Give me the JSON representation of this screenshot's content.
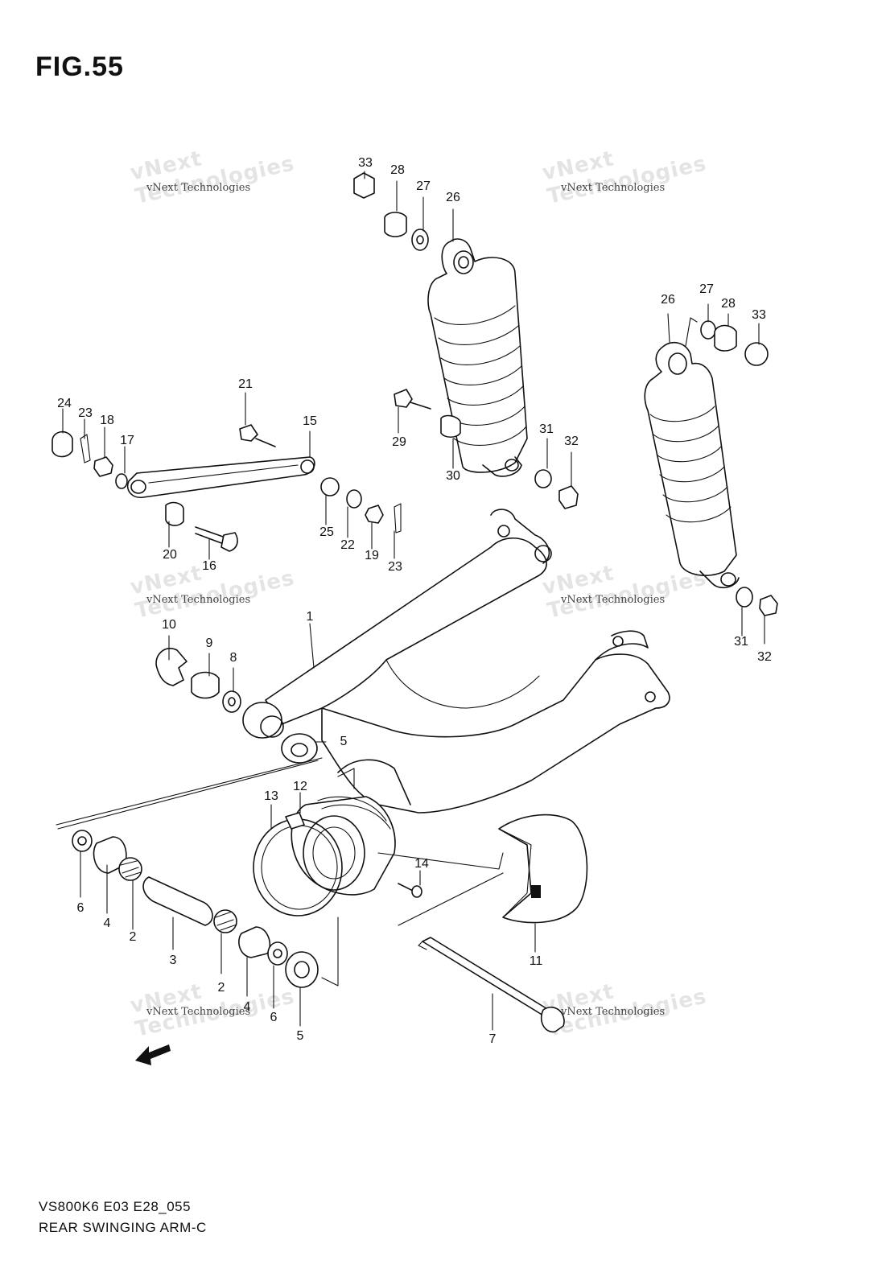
{
  "figure": {
    "title": "FIG.55"
  },
  "footer": {
    "code": "VS800K6 E03 E28_055",
    "name": "REAR SWINGING ARM-C"
  },
  "watermark": {
    "small": "vNext Technologies",
    "large": "vNext\nTechnologies"
  },
  "callouts": {
    "c1": "1",
    "c2a": "2",
    "c2b": "2",
    "c3": "3",
    "c4a": "4",
    "c4b": "4",
    "c5a": "5",
    "c5b": "5",
    "c6a": "6",
    "c6b": "6",
    "c7": "7",
    "c8": "8",
    "c9": "9",
    "c10": "10",
    "c11": "11",
    "c12": "12",
    "c13": "13",
    "c14": "14",
    "c15": "15",
    "c16": "16",
    "c17": "17",
    "c18": "18",
    "c19": "19",
    "c20": "20",
    "c21": "21",
    "c22": "22",
    "c23a": "23",
    "c23b": "23",
    "c24": "24",
    "c25": "25",
    "c26a": "26",
    "c26b": "26",
    "c27a": "27",
    "c27b": "27",
    "c28a": "28",
    "c28b": "28",
    "c29": "29",
    "c30": "30",
    "c31a": "31",
    "c31b": "31",
    "c32a": "32",
    "c32b": "32",
    "c33a": "33",
    "c33b": "33"
  },
  "icons": {
    "front_arrow": "front-direction-arrow-icon"
  }
}
